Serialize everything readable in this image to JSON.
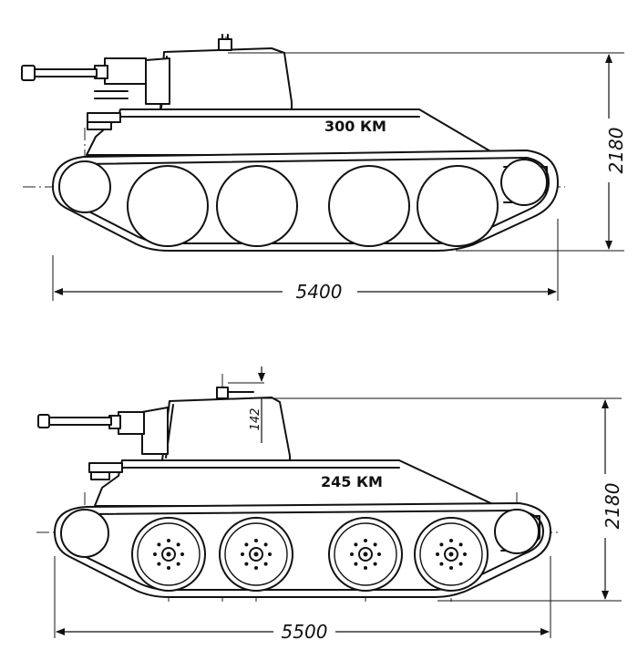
{
  "top_tank": {
    "power_label": "300 КМ",
    "length_label": "5400",
    "height_label": "2180"
  },
  "bottom_tank": {
    "power_label": "245 КМ",
    "length_label": "5500",
    "height_label": "2180",
    "turret_offset_label": "142"
  }
}
